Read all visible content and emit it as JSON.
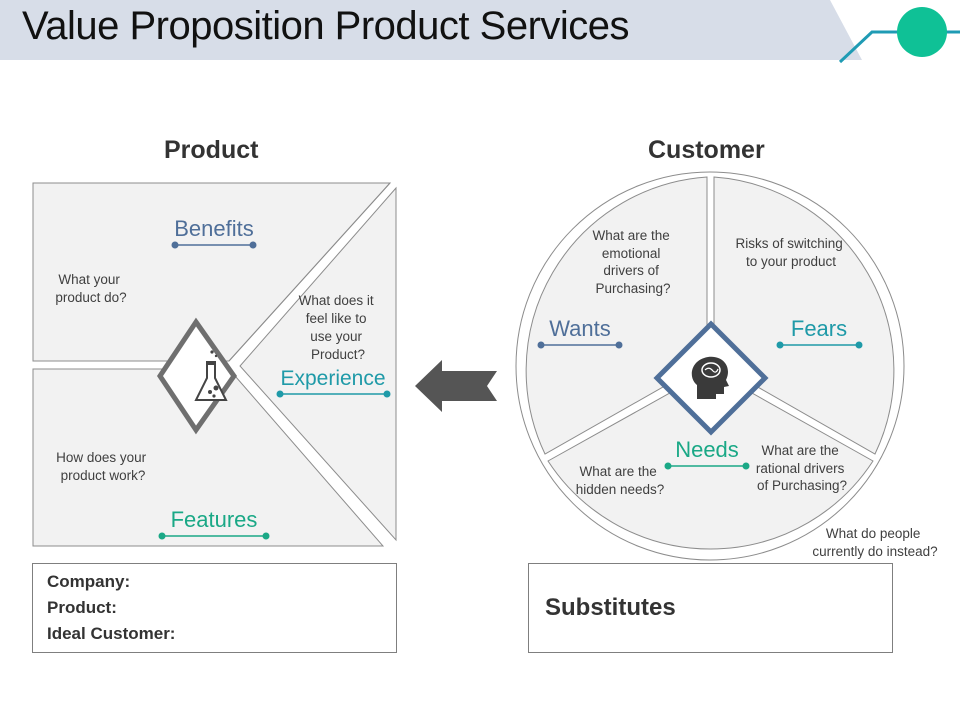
{
  "title": "Value Proposition Product Services",
  "product": {
    "heading": "Product",
    "benefits": {
      "label": "Benefits",
      "question": [
        "What your",
        "product do?"
      ]
    },
    "experience": {
      "label": "Experience",
      "question": [
        "What does it",
        "feel like to",
        "use your",
        "Product?"
      ]
    },
    "features": {
      "label": "Features",
      "question": [
        "How does your",
        "product work?"
      ]
    },
    "icon": "flask-icon"
  },
  "customer": {
    "heading": "Customer",
    "wants": {
      "label": "Wants",
      "question": [
        "What are the",
        "emotional",
        "drivers of",
        "Purchasing?"
      ]
    },
    "fears": {
      "label": "Fears",
      "question": [
        "Risks of switching",
        "to your product"
      ]
    },
    "needs": {
      "label": "Needs",
      "question_left": [
        "What are the",
        "hidden needs?"
      ],
      "question_right": [
        "What are the",
        "rational drivers",
        "of Purchasing?"
      ]
    },
    "outside_note": [
      "What do people",
      "currently do instead?"
    ],
    "icon": "head-icon"
  },
  "info_box": {
    "company": "Company:",
    "product": "Product:",
    "ideal_customer": "Ideal Customer:"
  },
  "substitutes": "Substitutes",
  "colors": {
    "blue": "#4f6f99",
    "teal": "#1f9aa8",
    "green": "#1aa886",
    "panel": "#f2f2f2",
    "accent": "#0fc196"
  }
}
